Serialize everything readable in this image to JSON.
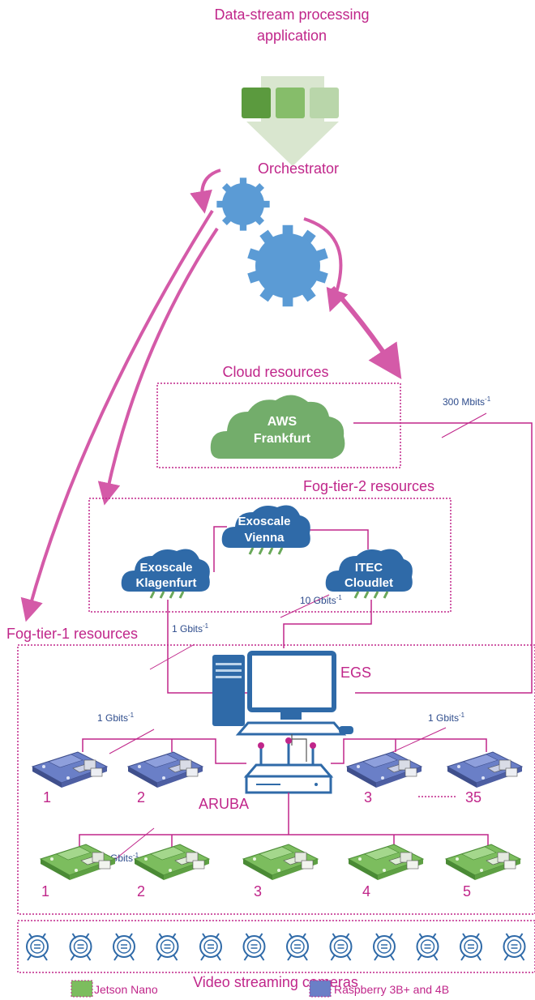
{
  "app": {
    "title_line1": "Data-stream processing",
    "title_line2": "application",
    "orchestrator": "Orchestrator"
  },
  "cloud": {
    "label": "Cloud resources",
    "aws_line1": "AWS",
    "aws_line2": "Frankfurt",
    "bandwidth": "300 Mbits",
    "bandwidth_exp": "-1"
  },
  "fog2": {
    "label": "Fog-tier-2 resources",
    "vienna_line1": "Exoscale",
    "vienna_line2": "Vienna",
    "klagenfurt_line1": "Exoscale",
    "klagenfurt_line2": "Klagenfurt",
    "itec_line1": "ITEC",
    "itec_line2": "Cloudlet"
  },
  "fog1": {
    "label": "Fog-tier-1 resources",
    "egs": "EGS",
    "aruba": "ARUBA",
    "bw_klagenfurt": "1 Gbits",
    "bw_itec": "10 Gbits",
    "bw_left_rpi": "1 Gbits",
    "bw_right_rpi": "1 Gbits",
    "bw_jetson": "1 Gbits",
    "exp": "-1",
    "rpi_labels": [
      "1",
      "2",
      "3",
      "35"
    ],
    "jetson_labels": [
      "1",
      "2",
      "3",
      "4",
      "5"
    ]
  },
  "cameras": {
    "label": "Video streaming cameras",
    "count": 12
  },
  "legend": {
    "jetson": "Jetson Nano",
    "raspberry": "Raspberry 3B+ and 4B"
  },
  "colors": {
    "accent": "#c0268a",
    "cloud": "#2f6aa8",
    "aws": "#73ad6b",
    "rpi": "#6a7fc7",
    "jetson": "#7cbd5e",
    "gear": "#5b9bd5",
    "line": "#2e4c8c"
  }
}
